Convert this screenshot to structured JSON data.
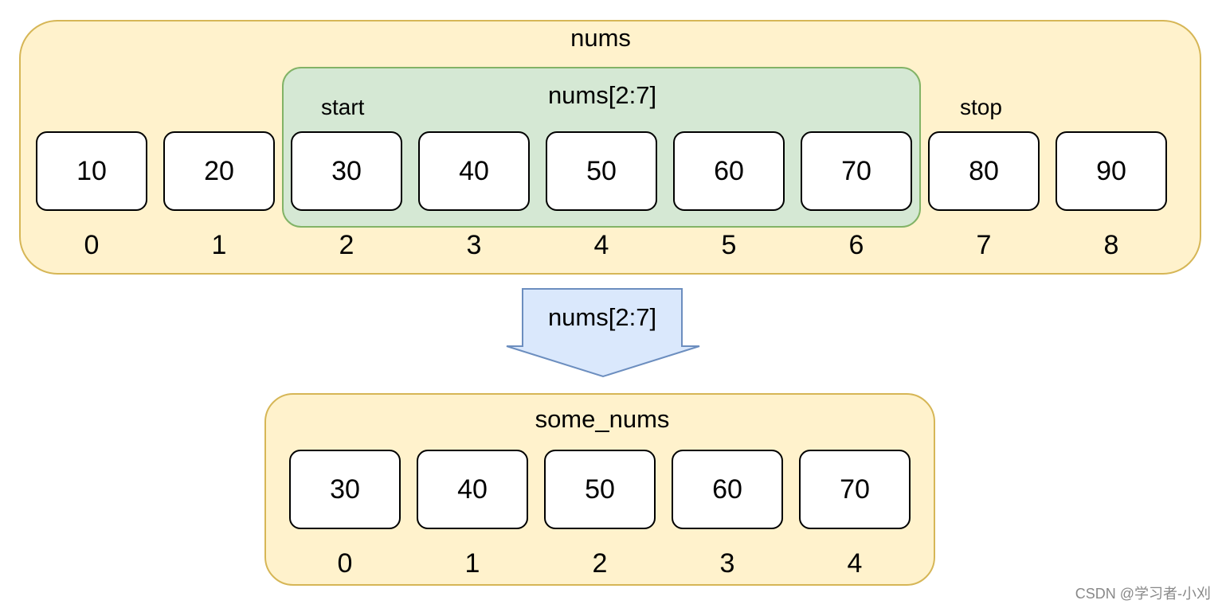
{
  "nums": {
    "title": "nums",
    "values": [
      "10",
      "20",
      "30",
      "40",
      "50",
      "60",
      "70",
      "80",
      "90"
    ],
    "indices": [
      "0",
      "1",
      "2",
      "3",
      "4",
      "5",
      "6",
      "7",
      "8"
    ]
  },
  "slice": {
    "title": "nums[2:7]",
    "start_label": "start",
    "stop_label": "stop"
  },
  "arrow": {
    "label": "nums[2:7]"
  },
  "some_nums": {
    "title": "some_nums",
    "values": [
      "30",
      "40",
      "50",
      "60",
      "70"
    ],
    "indices": [
      "0",
      "1",
      "2",
      "3",
      "4"
    ]
  },
  "watermark": "CSDN @学习者-小刈",
  "colors": {
    "panel_fill": "#fff2cc",
    "panel_border": "#d6b656",
    "slice_fill": "#d5e8d4",
    "slice_border": "#82b366",
    "arrow_fill": "#dae8fc",
    "arrow_border": "#6c8ebf"
  }
}
